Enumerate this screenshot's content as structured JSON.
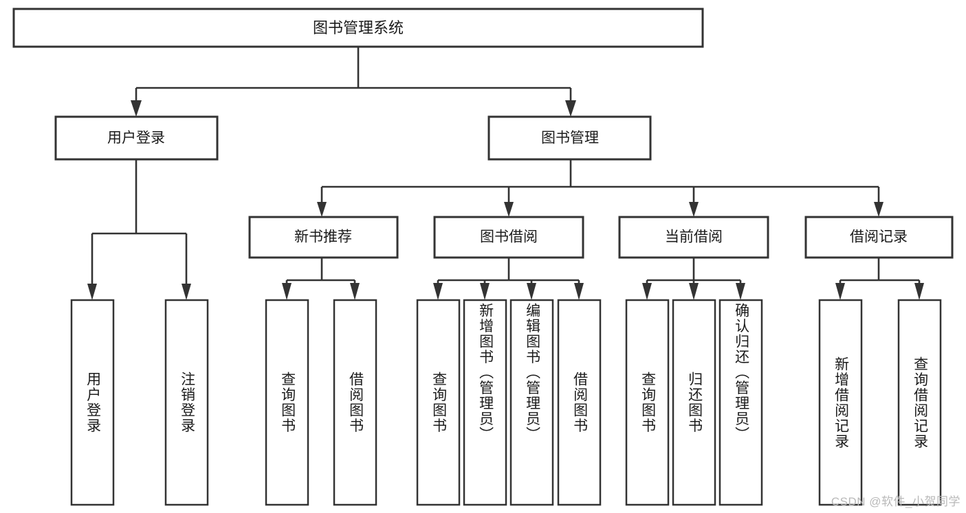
{
  "diagram": {
    "title": "图书管理系统",
    "type": "tree-hierarchy",
    "orientation": "top-down",
    "box_fill": "#ffffff",
    "box_stroke": "#333333",
    "text_color": "#1b1b1b",
    "background": "#ffffff"
  },
  "root": {
    "label": "图书管理系统"
  },
  "level2": [
    {
      "label": "用户登录"
    },
    {
      "label": "图书管理"
    }
  ],
  "level3": [
    {
      "label": "新书推荐"
    },
    {
      "label": "图书借阅"
    },
    {
      "label": "当前借阅"
    },
    {
      "label": "借阅记录"
    }
  ],
  "leaves": {
    "user_login": [
      {
        "label": "用户登录"
      },
      {
        "label": "注销登录"
      }
    ],
    "new_book_recommend": [
      {
        "label": "查询图书"
      },
      {
        "label": "借阅图书"
      }
    ],
    "book_borrow": [
      {
        "label": "查询图书"
      },
      {
        "label": "新增图书（管理员）"
      },
      {
        "label": "编辑图书（管理员）"
      },
      {
        "label": "借阅图书"
      }
    ],
    "current_borrow": [
      {
        "label": "查询图书"
      },
      {
        "label": "归还图书"
      },
      {
        "label": "确认归还（管理员）"
      }
    ],
    "borrow_record": [
      {
        "label": "新增借阅记录"
      },
      {
        "label": "查询借阅记录"
      }
    ]
  },
  "watermark": {
    "text": "CSDN @软件_小贺同学",
    "color": "#b9b9b9"
  }
}
